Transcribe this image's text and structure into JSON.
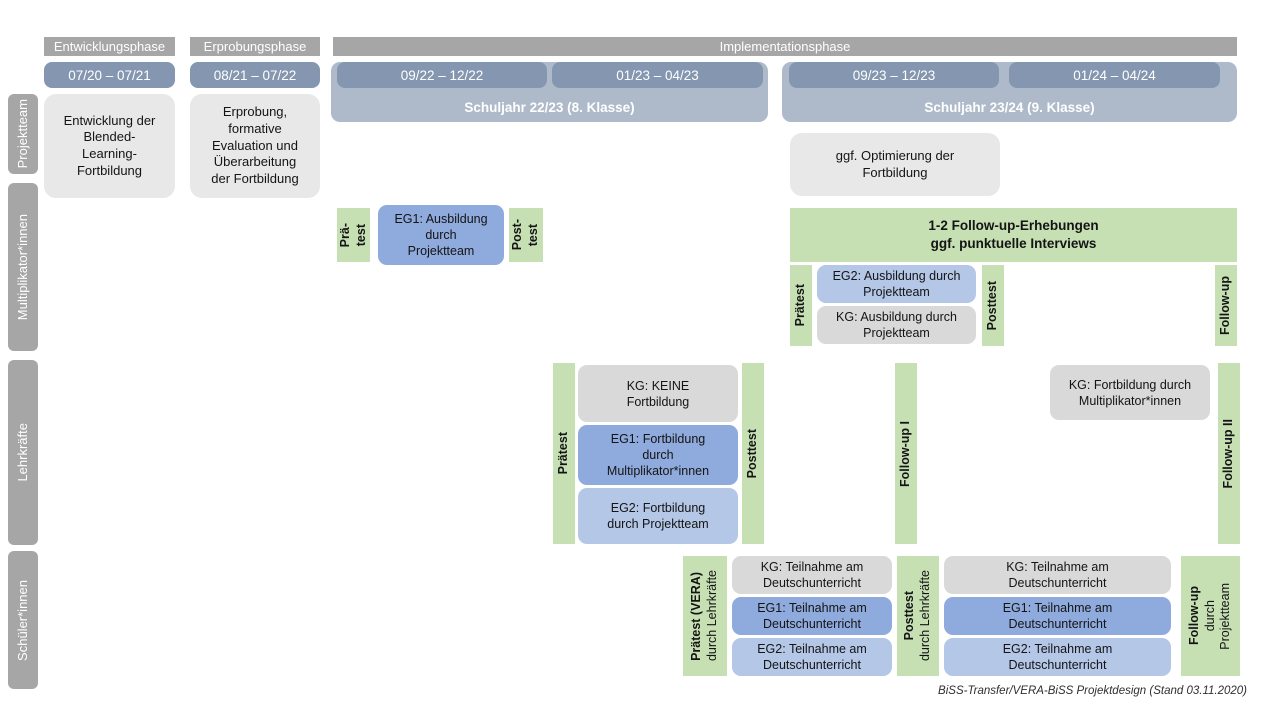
{
  "colors": {
    "phase_gray": "#a6a6a6",
    "period_blue": "#8496b0",
    "schoolyear_blue": "#aebaca",
    "projektteam_box_gray": "#e9e8e8",
    "kg_gray": "#d9d9d9",
    "eg1_blue": "#8faadc",
    "eg2_blue": "#b4c7e7",
    "measure_green": "#c6e0b4"
  },
  "header": {
    "phases": [
      {
        "label": "Entwicklungsphase"
      },
      {
        "label": "Erprobungsphase"
      },
      {
        "label": "Implementationsphase"
      }
    ],
    "periods": [
      {
        "label": "07/20 – 07/21"
      },
      {
        "label": "08/21 – 07/22"
      },
      {
        "label": "09/22 – 12/22"
      },
      {
        "label": "01/23 – 04/23"
      },
      {
        "label": "09/23 – 12/23"
      },
      {
        "label": "01/24 – 04/24"
      }
    ],
    "school_years": [
      {
        "label": "Schuljahr 22/23 (8. Klasse)"
      },
      {
        "label": "Schuljahr 23/24 (9. Klasse)"
      }
    ]
  },
  "row_labels": [
    {
      "label": "Projektteam"
    },
    {
      "label": "Multiplikator*innen"
    },
    {
      "label": "Lehrkräfte"
    },
    {
      "label": "Schüler*innen"
    }
  ],
  "projektteam": {
    "entwicklung": "Entwicklung der\nBlended-\nLearning-\nFortbildung",
    "erprobung": "Erprobung,\nformative\nEvaluation und\nÜberarbeitung\nder Fortbildung",
    "optimierung": "ggf. Optimierung der\nFortbildung"
  },
  "multiplikator": {
    "pre_test": {
      "line1": "Prä-",
      "line2": "test"
    },
    "eg1": "EG1: Ausbildung\ndurch\nProjektteam",
    "post_test": {
      "line1": "Post-",
      "line2": "test"
    },
    "followup_box": "1-2 Follow-up-Erhebungen\nggf. punktuelle Interviews",
    "praetest": "Prätest",
    "eg2": "EG2: Ausbildung durch\nProjektteam",
    "kg": "KG: Ausbildung durch\nProjektteam",
    "posttest": "Posttest",
    "followup": "Follow-up"
  },
  "lehrkraefte": {
    "praetest": "Prätest",
    "kg": "KG: KEINE\nFortbildung",
    "eg1": "EG1: Fortbildung\ndurch\nMultiplikator*innen",
    "eg2": "EG2: Fortbildung\ndurch Projektteam",
    "posttest": "Posttest",
    "followup1": "Follow-up I",
    "kg2": "KG: Fortbildung durch\nMultiplikator*innen",
    "followup2": "Follow-up II"
  },
  "schueler": {
    "praetest": {
      "line1": "Prätest (VERA)",
      "line2": "durch Lehrkräfte"
    },
    "kg": "KG: Teilnahme am\nDeutschunterricht",
    "eg1": "EG1: Teilnahme am\nDeutschunterricht",
    "eg2": "EG2: Teilnahme am\nDeutschunterricht",
    "posttest": {
      "line1": "Posttest",
      "line2": "durch Lehrkräfte"
    },
    "kg2": "KG: Teilnahme am\nDeutschunterricht",
    "eg1b": "EG1: Teilnahme am\nDeutschunterricht",
    "eg2b": "EG2: Teilnahme am\nDeutschunterricht",
    "followup": {
      "line1": "Follow-up",
      "line2": "durch",
      "line3": "Projektteam"
    }
  },
  "caption": "BiSS-Transfer/VERA-BiSS Projektdesign (Stand 03.11.2020)"
}
